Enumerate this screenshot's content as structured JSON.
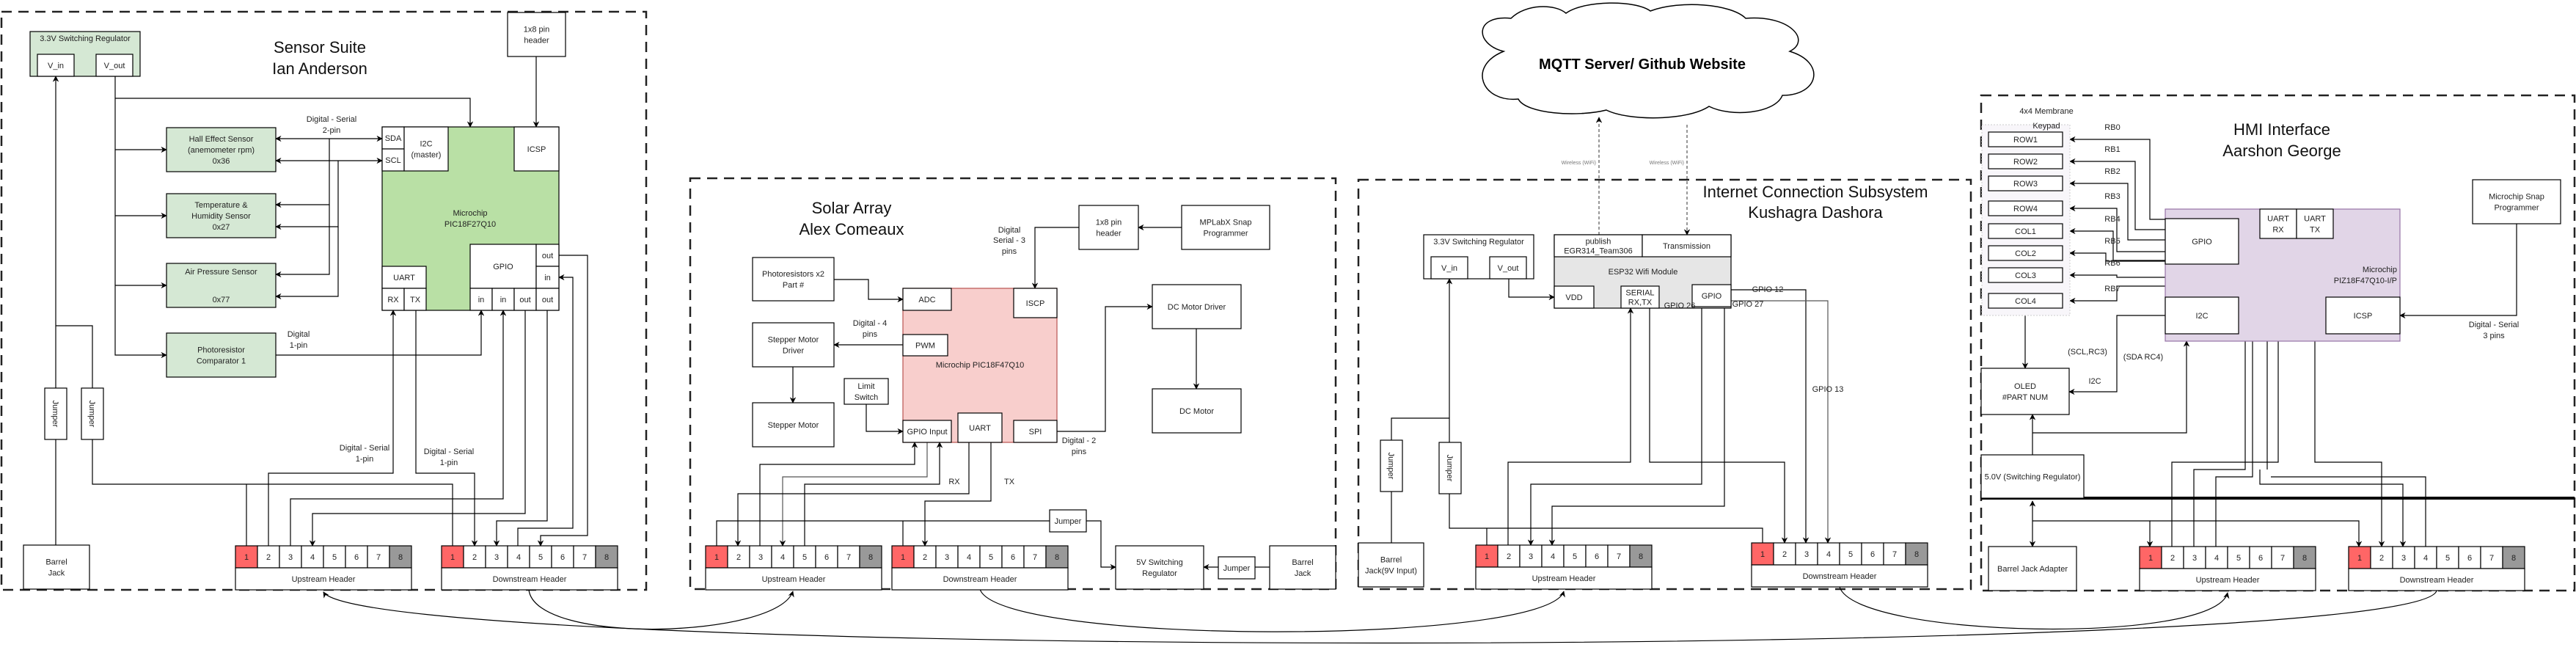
{
  "header_pins": [
    "1",
    "2",
    "3",
    "4",
    "5",
    "6",
    "7",
    "8"
  ],
  "colors": {
    "sensor_green": "#b9e0a5",
    "sensor_box_green": "#d5e8d4",
    "solar_pink": "#f8cecc",
    "esp_gray": "#e6e6e6",
    "hmi_purple": "#e1d5e7",
    "pin_power_red": "#ff6666",
    "pin_ground_gray": "#999999"
  },
  "sensor": {
    "title": "Sensor Suite",
    "author": "Ian Anderson",
    "regulator": "3.3V Switching Regulator",
    "vin": "V_in",
    "vout": "V_out",
    "pin_header": [
      "1x8 pin",
      "header"
    ],
    "hall": [
      "Hall Effect Sensor",
      "(anemometer rpm)",
      "0x36"
    ],
    "temp": [
      "Temperature &",
      "Humidity Sensor",
      "0x27"
    ],
    "air": [
      "Air Pressure Sensor",
      "0x77"
    ],
    "photo": [
      "Photoresistor",
      "Comparator 1"
    ],
    "mcu": [
      "Microchip",
      "PIC18F27Q10"
    ],
    "sda": "SDA",
    "scl": "SCL",
    "i2c": [
      "I2C",
      "(master)"
    ],
    "icsp": "ICSP",
    "uart": "UART",
    "rx": "RX",
    "tx": "TX",
    "gpio": "GPIO",
    "in": "in",
    "out": "out",
    "jumper": "Jumper",
    "barrel": [
      "Barrel",
      "Jack"
    ],
    "upstream": "Upstream Header",
    "downstream": "Downstream Header",
    "labels": {
      "i2c_bus": [
        "Digital - Serial",
        "2-pin"
      ],
      "photo_link": [
        "Digital",
        "1-pin"
      ],
      "rx_link": [
        "Digital - Serial",
        "1-pin"
      ],
      "tx_link": [
        "Digital - Serial",
        "1-pin"
      ]
    }
  },
  "solar": {
    "title": "Solar Array",
    "author": "Alex Comeaux",
    "pin_header": [
      "1x8 pin",
      "header"
    ],
    "programmer": [
      "MPLabX Snap",
      "Programmer"
    ],
    "photoresistors": [
      "Photoresistors x2",
      "Part #"
    ],
    "stepper_driver": [
      "Stepper Motor",
      "Driver"
    ],
    "stepper_motor": "Stepper Motor",
    "limit_switch": [
      "Limit",
      "Switch"
    ],
    "mcu": "Microchip PIC18F47Q10",
    "adc": "ADC",
    "iscp": "ISCP",
    "pwm": "PWM",
    "gpio_input": "GPIO Input",
    "uart": "UART",
    "spi": "SPI",
    "dc_driver": "DC Motor Driver",
    "dc_motor": "DC Motor",
    "jumper": "Jumper",
    "regulator": [
      "5V Switching",
      "Regulator"
    ],
    "barrel": [
      "Barrel",
      "Jack"
    ],
    "upstream": "Upstream Header",
    "downstream": "Downstream Header",
    "labels": {
      "icsp_link": [
        "Digital",
        "Serial - 3",
        "pins"
      ],
      "pwm_link": [
        "Digital - 4",
        "pins"
      ],
      "spi_link": [
        "Digital - 2",
        "pins"
      ],
      "rx": "RX",
      "tx": "TX"
    }
  },
  "internet": {
    "cloud": "MQTT Server/ Github Website",
    "wireless": "Wireless (WiFi)",
    "title": "Internet Connection Subsystem",
    "author": "Kushagra Dashora",
    "regulator": "3.3V Switching Regulator",
    "vin": "V_in",
    "vout": "V_out",
    "publish": [
      "publish",
      "EGR314_Team306"
    ],
    "transmission": "Transmission",
    "esp32": "ESP32 Wifi Module",
    "vdd": "VDD",
    "serial": [
      "SERIAL",
      "RX,TX"
    ],
    "gpio": "GPIO",
    "gpio_labels": [
      "GPIO 26",
      "GPIO 12",
      "GPIO 27",
      "GPIO 13"
    ],
    "jumper": "Jumper",
    "barrel": [
      "Barrel",
      "Jack(9V Input)"
    ],
    "upstream": "Upstream Header",
    "downstream": "Downstream Header"
  },
  "hmi": {
    "title": "HMI Interface",
    "author": "Aarshon George",
    "keypad_label": [
      "4x4 Membrane",
      "Keypad"
    ],
    "keys": [
      "ROW1",
      "ROW2",
      "ROW3",
      "ROW4",
      "COL1",
      "COL2",
      "COL3",
      "COL4"
    ],
    "rb": [
      "RB0",
      "RB1",
      "RB2",
      "RB3",
      "RB4",
      "RB5",
      "RB6",
      "RB7"
    ],
    "gpio": "GPIO",
    "uart_rx": [
      "UART",
      "RX"
    ],
    "uart_tx": [
      "UART",
      "TX"
    ],
    "mcu": [
      "Microchip",
      "PIZ18F47Q10-I/P"
    ],
    "i2c": "I2C",
    "icsp": "ICSP",
    "programmer": [
      "Microchip Snap",
      "Programmer"
    ],
    "programmer_link": [
      "Digital - Serial",
      "3 pins"
    ],
    "scl": "(SCL,RC3)",
    "sda": "(SDA RC4)",
    "i2c_link": "I2C",
    "oled": [
      "OLED",
      "#PART NUM"
    ],
    "regulator": "5.0V (Switching Regulator)",
    "barrel": "Barrel Jack Adapter",
    "upstream": "Upstream Header",
    "downstream": "Downstream Header"
  }
}
